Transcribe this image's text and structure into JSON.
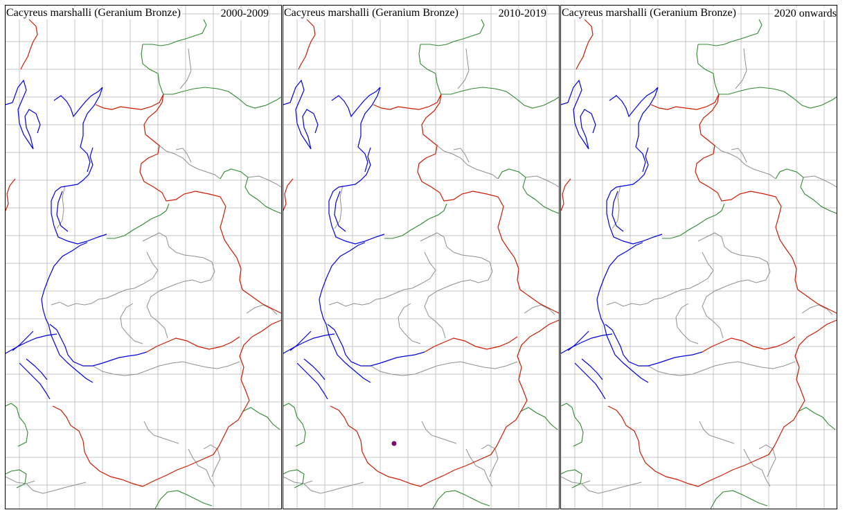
{
  "species_title": "Cacyreus marshalli (Geranium Bronze)",
  "panels": [
    {
      "period": "2000-2009",
      "records": []
    },
    {
      "period": "2010-2019",
      "records": [
        {
          "grid_col": 3,
          "grid_row": 15
        }
      ]
    },
    {
      "period": "2020 onwards",
      "records": []
    }
  ],
  "colors": {
    "coastline": "#0000e6",
    "county_boundary": "#cc1a00",
    "region_boundary": "#2e8a2e",
    "district_boundary": "#8f8f8f",
    "record_dot": "#7a0a6e",
    "grid": "#c4c4c4"
  }
}
